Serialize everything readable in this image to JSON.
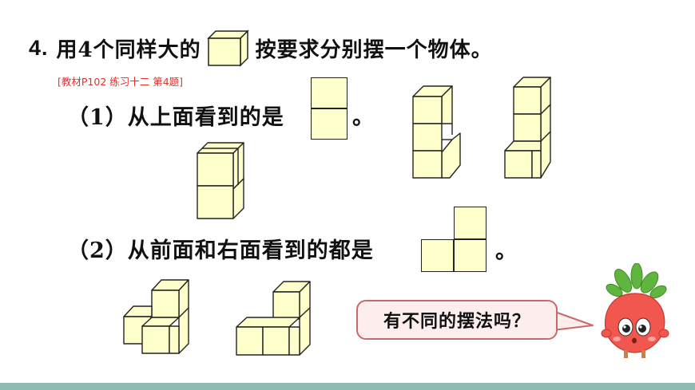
{
  "question": {
    "number": "4.",
    "text_before": "用4个同样大的",
    "text_after": "按要求分别摆一个物体。",
    "reference": "[教材P102 练习十二 第4题]"
  },
  "part1": {
    "label": "（1）从上面看到的是",
    "end": "。"
  },
  "part2": {
    "label": "（2）从前面和右面看到的都是",
    "end": "。"
  },
  "speech_bubble": {
    "text": "有不同的摆法吗？"
  },
  "colors": {
    "cube_face": "#ffffcc",
    "outline": "#222222",
    "bubble_fill": "#fdeeee",
    "bubble_border": "#c86a6a",
    "reference_text": "#e0302e",
    "bottom_bar": "#8ebcb2",
    "radish_body": "#f1574e",
    "radish_leaves": "#5fb53d"
  },
  "icons": [
    "cube-icon",
    "radish-mascot"
  ]
}
